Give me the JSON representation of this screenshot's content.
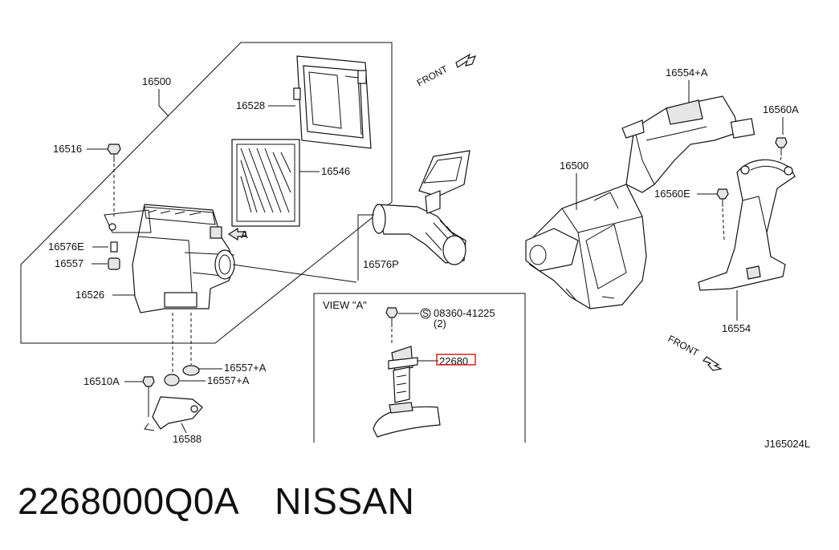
{
  "labels": {
    "p16500_left": "16500",
    "p16528": "16528",
    "p16516": "16516",
    "p16546": "16546",
    "view_a_arrow": "A",
    "p16576E": "16576E",
    "p16557": "16557",
    "p16526": "16526",
    "p16576P": "16576P",
    "p16557A_1": "16557+A",
    "p16510A": "16510A",
    "p16557A_2": "16557+A",
    "p16588": "16588",
    "front_top": "FRONT",
    "p16554A": "16554+A",
    "p16560A": "16560A",
    "p16500_right": "16500",
    "p16560E": "16560E",
    "p16554": "16554",
    "front_bottom": "FRONT",
    "view_a_title": "VIEW \"A\"",
    "screw_code": "08360-41225",
    "screw_symbol": "S",
    "screw_qty": "(2)",
    "p22680": "22680",
    "drawing_id": "J165024L"
  },
  "caption": {
    "part_number": "2268000Q0A",
    "brand": "NISSAN"
  },
  "colors": {
    "highlight": "#e0201c",
    "ink": "#111111"
  }
}
